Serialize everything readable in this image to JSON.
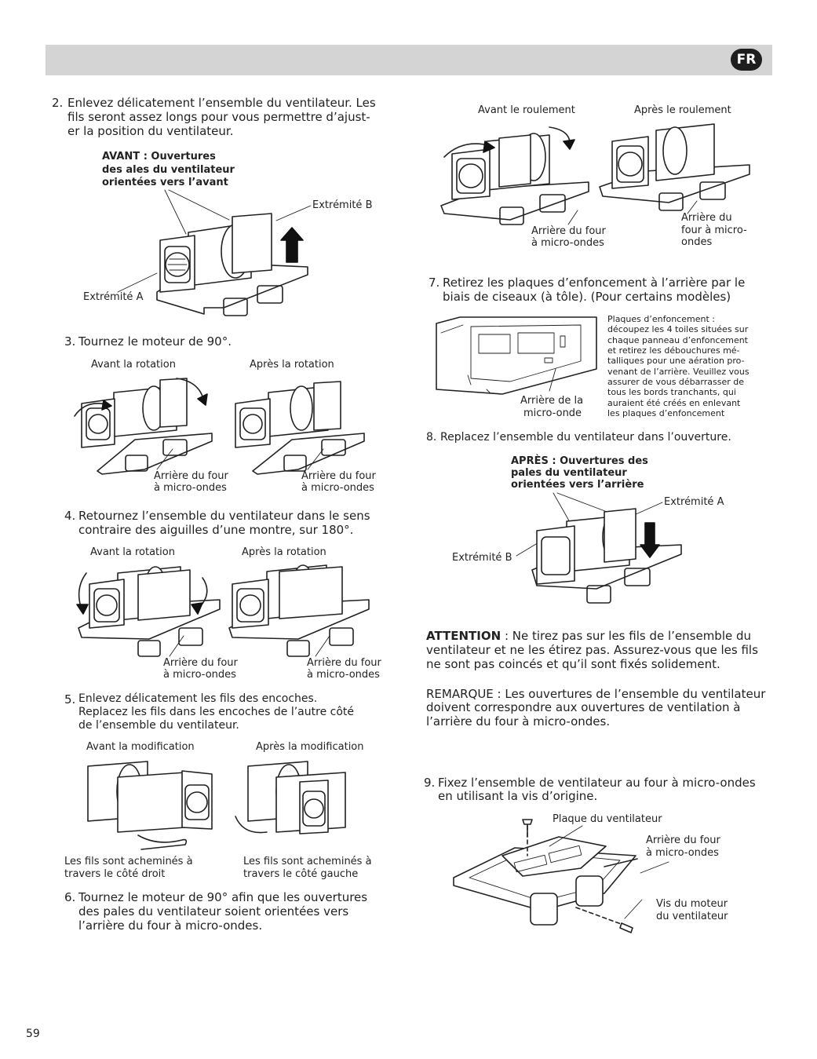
{
  "header": {
    "lang_badge": "FR"
  },
  "step2": {
    "number": "2.",
    "lines": [
      "Enlevez délicatement l’ensemble du ventilateur. Les",
      "fils seront assez longs pour vous permettre d’ajust-",
      "er la position du ventilateur."
    ],
    "callout": [
      "AVANT : Ouvertures",
      "des ales du ventilateur",
      "orientées vers l’avant"
    ],
    "end_b": "Extrémité B",
    "end_a": "Extrémité A"
  },
  "step3": {
    "number": "3.",
    "text": "Tournez le moteur de 90°.",
    "before": "Avant la rotation",
    "after": "Après la rotation",
    "rear_left": [
      "Arrière du four",
      "à micro-ondes"
    ],
    "rear_right": [
      "Arrière du four",
      "à micro-ondes"
    ]
  },
  "step4": {
    "number": "4.",
    "lines": [
      "Retournez l’ensemble du ventilateur dans le sens",
      "contraire des aiguilles d’une montre, sur 180°."
    ],
    "before": "Avant la rotation",
    "after": "Après la rotation",
    "rear_left": [
      "Arrière du four",
      "à micro-ondes"
    ],
    "rear_right": [
      "Arrière du four",
      "à micro-ondes"
    ]
  },
  "step5": {
    "number": "5.",
    "lines": [
      "Enlevez délicatement les fils des encoches.",
      "Replacez les fils dans les encoches de l’autre côté",
      "de l’ensemble du ventilateur."
    ],
    "before": "Avant la modification",
    "after": "Après la modification",
    "caption_left": [
      "Les fils sont acheminés à",
      "travers le côté droit"
    ],
    "caption_right": [
      "Les fils sont acheminés à",
      "travers le côté gauche"
    ]
  },
  "step6": {
    "number": "6.",
    "lines": [
      "Tournez le moteur de 90° afin que les ouvertures",
      "des pales du ventilateur soient orientées vers",
      "l’arrière du four à micro-ondes."
    ]
  },
  "roll": {
    "before": "Avant le roulement",
    "after": "Après le roulement",
    "rear_left": [
      "Arrière du four",
      "à micro-ondes"
    ],
    "rear_right": [
      "Arrière du",
      "four à micro-",
      "ondes"
    ]
  },
  "step7": {
    "number": "7.",
    "lines": [
      "Retirez les plaques d’enfoncement à l’arrière par le",
      "biais de ciseaux (à tôle). (Pour certains modèles)"
    ],
    "note": [
      "Plaques d’enfoncement :",
      "découpez les 4 toiles situées sur",
      "chaque panneau d’enfoncement",
      "et retirez les débouchures mé-",
      "talliques pour une aération pro-",
      "venant de l’arrière. Veuillez vous",
      "assurer de vous débarrasser de",
      "tous les bords tranchants, qui",
      "auraient été créés en enlevant",
      "les plaques d’enfoncement"
    ],
    "rear": [
      "Arrière de la",
      "micro-onde"
    ]
  },
  "step8": {
    "number": "8.",
    "text": "Replacez l’ensemble du ventilateur dans l’ouverture.",
    "callout": [
      "APRÈS : Ouvertures des",
      "pales du ventilateur",
      "orientées vers l’arrière"
    ],
    "end_a": "Extrémité A",
    "end_b": "Extrémité B"
  },
  "attention": {
    "label": "ATTENTION",
    "lines": [
      " : Ne tirez pas sur les fils de l’ensemble du",
      "ventilateur et ne les étirez pas. Assurez-vous que les fils",
      "ne sont pas coincés et qu’il sont fixés solidement."
    ]
  },
  "remark": {
    "lines": [
      "REMARQUE : Les ouvertures de l’ensemble du ventilateur",
      "doivent correspondre aux ouvertures de ventilation à",
      "l’arrière du four à micro-ondes."
    ]
  },
  "step9": {
    "number": "9.",
    "lines": [
      "Fixez l’ensemble de ventilateur au four à micro-ondes",
      "en utilisant la vis d’origine."
    ],
    "plate": "Plaque du ventilateur",
    "rear": [
      "Arrière du four",
      "à micro-ondes"
    ],
    "screw": [
      "Vis du moteur",
      "du ventilateur"
    ]
  },
  "page_number": "59"
}
